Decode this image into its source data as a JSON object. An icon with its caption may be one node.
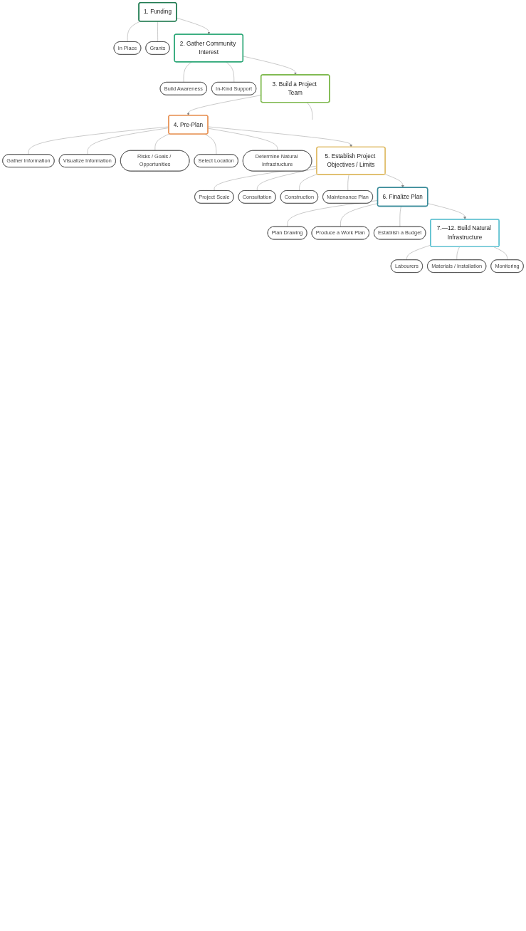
{
  "diagram": {
    "nodes": [
      {
        "text": [
          "1. Funding"
        ]
      },
      {
        "text": [
          "In Place"
        ]
      },
      {
        "text": [
          "Grants"
        ]
      },
      {
        "text": [
          "2. Gather Community Interest"
        ]
      },
      {
        "text": [
          "Build Awareness"
        ]
      },
      {
        "text": [
          "In-Kind Support"
        ]
      },
      {
        "text": [
          "3. Build a Project Team"
        ]
      },
      {
        "text": [
          "4. Pre-Plan"
        ]
      },
      {
        "text": [
          "Gather Information"
        ]
      },
      {
        "text": [
          "Visualize Information"
        ]
      },
      {
        "text": [
          "Risks / Goals / Opportunities"
        ]
      },
      {
        "text": [
          "Select Location"
        ]
      },
      {
        "text": [
          "Determine Natural Infrastructure"
        ]
      },
      {
        "text": [
          "5. Establish Project Objectives / Limits"
        ]
      },
      {
        "text": [
          "Project Scale"
        ]
      },
      {
        "text": [
          "Consultation"
        ]
      },
      {
        "text": [
          "Construction"
        ]
      },
      {
        "text": [
          "Maintenance Plan"
        ]
      },
      {
        "text": [
          "6. Finalize Plan"
        ]
      },
      {
        "text": [
          "Plan Drawing"
        ]
      },
      {
        "text": [
          "Produce a Work Plan"
        ]
      },
      {
        "text": [
          "Establish a Budget"
        ]
      },
      {
        "text": [
          "7.—12. Build Natural Infrastructure"
        ]
      },
      {
        "text": [
          "Labourers"
        ]
      },
      {
        "text": [
          "Materials / Installation"
        ]
      },
      {
        "text": [
          "Monitoring"
        ]
      }
    ],
    "edges": [
      {
        "from": 0,
        "to": 1,
        "arrow": "none"
      },
      {
        "from": 0,
        "to": 2,
        "arrow": "none"
      },
      {
        "from": 0,
        "to": 3,
        "arrow": "to"
      },
      {
        "from": 3,
        "to": 4,
        "arrow": "none"
      },
      {
        "from": 3,
        "to": 5,
        "arrow": "none"
      },
      {
        "from": 3,
        "to": 6,
        "arrow": "to"
      },
      {
        "from": 6,
        "to": null,
        "arrow": "none"
      },
      {
        "from": 6,
        "to": 7,
        "arrow": "to"
      },
      {
        "from": 7,
        "to": 8,
        "arrow": "none"
      },
      {
        "from": 7,
        "to": 9,
        "arrow": "none"
      },
      {
        "from": 7,
        "to": 10,
        "arrow": "none"
      },
      {
        "from": 7,
        "to": 11,
        "arrow": "none"
      },
      {
        "from": 7,
        "to": 12,
        "arrow": "none"
      },
      {
        "from": 7,
        "to": 13,
        "arrow": "to"
      },
      {
        "from": 13,
        "to": 14,
        "arrow": "none"
      },
      {
        "from": 13,
        "to": 15,
        "arrow": "none"
      },
      {
        "from": 13,
        "to": 16,
        "arrow": "none"
      },
      {
        "from": 13,
        "to": 17,
        "arrow": "none"
      },
      {
        "from": 13,
        "to": 18,
        "arrow": "to"
      },
      {
        "from": 18,
        "to": 19,
        "arrow": "none"
      },
      {
        "from": 18,
        "to": 20,
        "arrow": "none"
      },
      {
        "from": 18,
        "to": 21,
        "arrow": "none"
      },
      {
        "from": 18,
        "to": 22,
        "arrow": "to"
      },
      {
        "from": 22,
        "to": 23,
        "arrow": "none"
      },
      {
        "from": 22,
        "to": 24,
        "arrow": "none"
      },
      {
        "from": 22,
        "to": 25,
        "arrow": "none"
      }
    ]
  }
}
